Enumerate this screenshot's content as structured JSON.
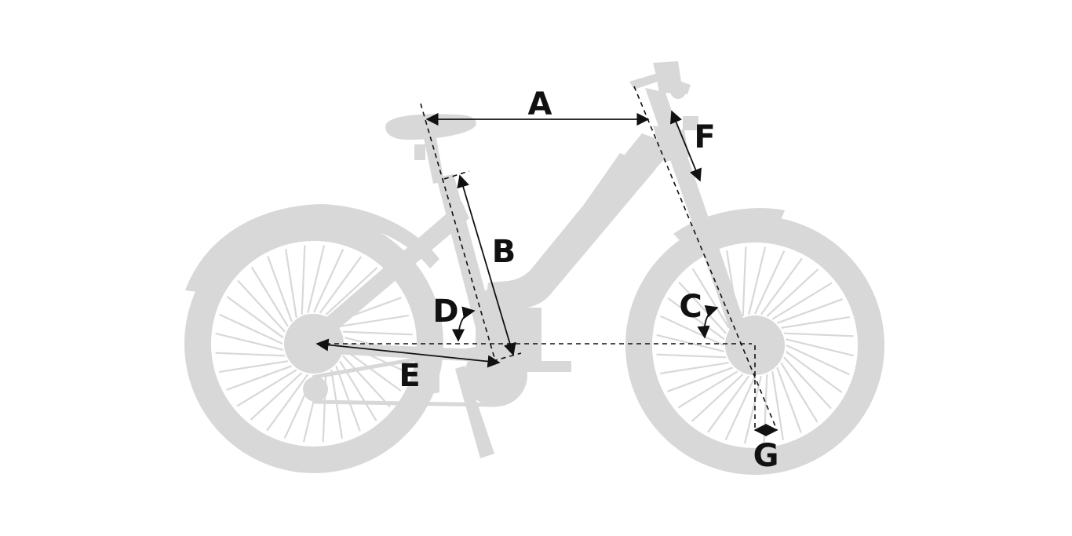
{
  "diagram": {
    "labels": {
      "a": "A",
      "b": "B",
      "c": "C",
      "d": "D",
      "e": "E",
      "f": "F",
      "g": "G"
    },
    "colors": {
      "silhouette": "#d8d8d8",
      "lines": "#111111",
      "background": "#ffffff"
    }
  }
}
